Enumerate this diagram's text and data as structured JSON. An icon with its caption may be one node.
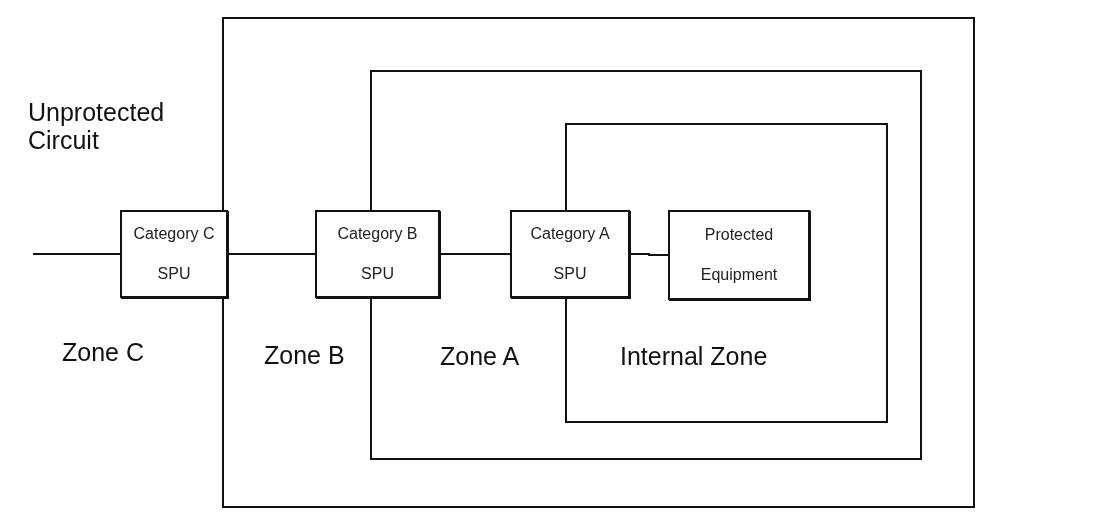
{
  "diagram": {
    "nodes": [
      {
        "text": [
          "Zone B"
        ]
      },
      {
        "text": [
          "Zone A"
        ],
        "in": 0
      },
      {
        "text": [
          "Internal Zone"
        ],
        "in": 1
      },
      {
        "text": [
          "Category C SPU"
        ]
      },
      {
        "text": [
          "Category B SPU"
        ],
        "in": 0
      },
      {
        "text": [
          "Category A SPU"
        ],
        "in": 1
      },
      {
        "text": [
          "Protected Equipment"
        ],
        "in": 2
      }
    ],
    "edges": [
      {
        "from": null,
        "to": 3,
        "arrow": "none"
      },
      {
        "from": 3,
        "to": 4,
        "arrow": "none"
      },
      {
        "from": 4,
        "to": 5,
        "arrow": "none"
      },
      {
        "from": 5,
        "to": 6,
        "arrow": "none"
      }
    ],
    "labels": [
      "Unprotected Circuit",
      "Zone C"
    ]
  }
}
